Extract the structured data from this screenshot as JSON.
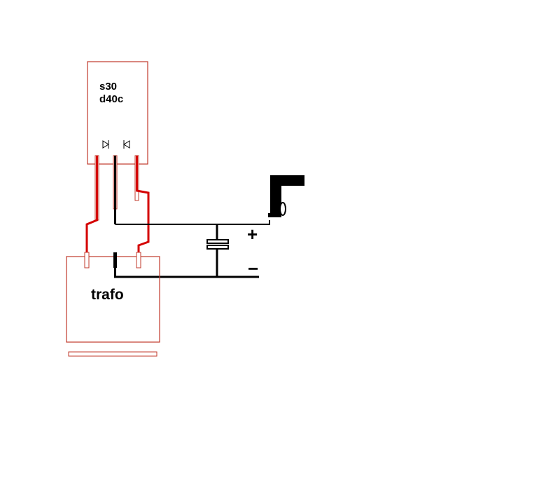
{
  "rectifier": {
    "line1": "s30",
    "line2": "d40c",
    "diode_left_icon": "diode-right-arrow-icon",
    "diode_right_icon": "diode-left-arrow-icon"
  },
  "transformer": {
    "label": "trafo"
  },
  "output": {
    "plus": "+",
    "minus": "−",
    "connector_icon": "dc-plug-icon"
  },
  "colors": {
    "outline": "#c0392b",
    "wire_red": "#d40000",
    "wire_black": "#000000"
  }
}
